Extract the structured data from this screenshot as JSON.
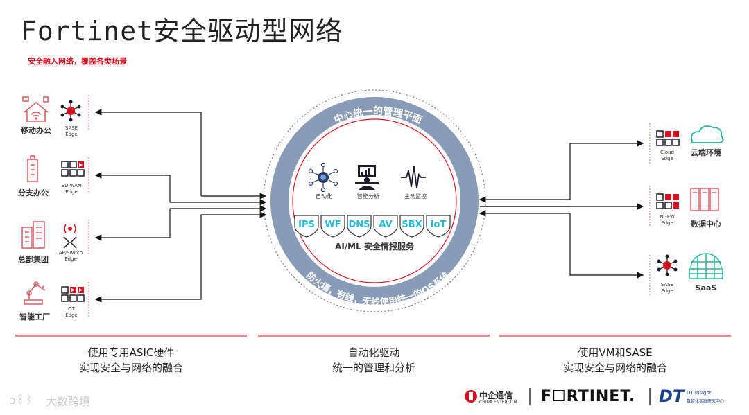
{
  "title": "Fortinet安全驱动型网络",
  "subtitle": "安全融入网络，覆盖各类场景",
  "left_nodes": [
    {
      "label": "移动办公",
      "edge_l1": "SASE",
      "edge_l2": "Edge"
    },
    {
      "label": "分支办公",
      "edge_l1": "SD-WAN",
      "edge_l2": "Edge"
    },
    {
      "label": "总部集团",
      "edge_l1": "AP/Switch",
      "edge_l2": "Edge"
    },
    {
      "label": "智能工厂",
      "edge_l1": "OT",
      "edge_l2": "Edge"
    }
  ],
  "right_nodes": [
    {
      "label": "云端环境",
      "edge_l1": "Cloud",
      "edge_l2": "Edge"
    },
    {
      "label": "数据中心",
      "edge_l1": "NGFW",
      "edge_l2": "Edge"
    },
    {
      "label": "SaaS",
      "edge_l1": "SASE",
      "edge_l2": "Edge"
    }
  ],
  "circle": {
    "top_arc": "中心统一的管理平面",
    "bottom_arc": "防火墙，有线，无线使用统一的OS系统",
    "features": [
      "自动化",
      "智能分析",
      "主动监控"
    ],
    "services": [
      "IPS",
      "WF",
      "DNS",
      "AV",
      "SBX",
      "IoT"
    ],
    "services_label": "AI/ML 安全情报服务"
  },
  "bottom": [
    {
      "line1": "使用专用ASIC硬件",
      "line2": "实现安全与网络的融合"
    },
    {
      "line1": "自动化驱动",
      "line2": "统一的管理和分析"
    },
    {
      "line1": "使用VM和SASE",
      "line2": "实现安全与网络的融合"
    }
  ],
  "logos": {
    "ce_cn": "中企通信",
    "ce_en": "CHINA ENTERCOM",
    "fortinet": "F☐RTINET.",
    "dt": "DT",
    "dt_l1": "DT Insight",
    "dt_l2": "数智化实践研究中心",
    "watermark": "大数跨境"
  },
  "colors": {
    "red": "#d8111f",
    "pink": "#e8848c",
    "ring": "#8a9bb8",
    "cyan": "#22b8d8"
  }
}
